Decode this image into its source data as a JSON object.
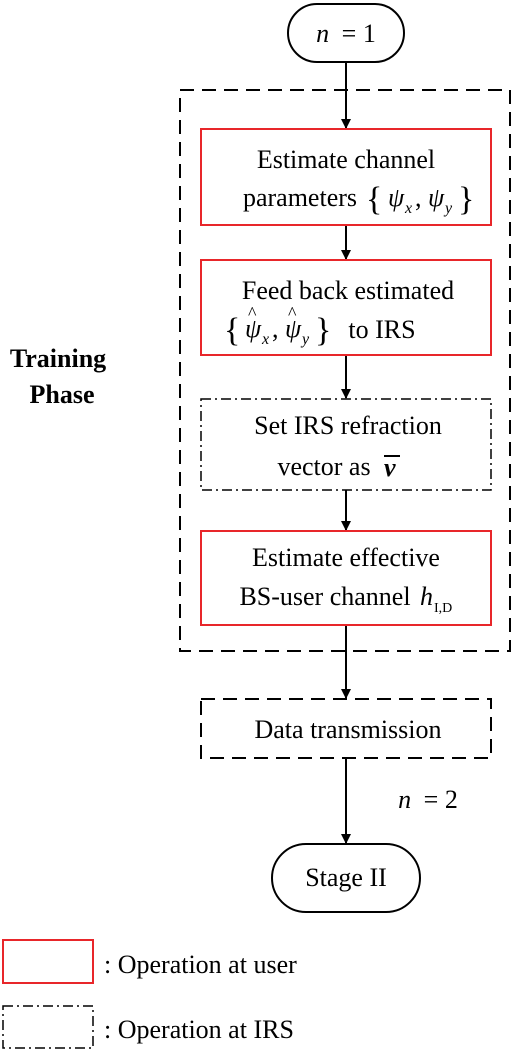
{
  "start_node": {
    "var": "n",
    "eq": "= 1"
  },
  "phase_label": {
    "line1": "Training",
    "line2": "Phase"
  },
  "steps": [
    {
      "line1": "Estimate channel",
      "line2": "parameters",
      "math": "{ψx, ψy}"
    },
    {
      "line1": "Feed back estimated",
      "math": "{ψ̂x, ψ̂y}",
      "line2": "to IRS"
    },
    {
      "line1": "Set IRS refraction",
      "line2": "vector as",
      "math": "ν̄"
    },
    {
      "line1": "Estimate effective",
      "line2": "BS-user channel",
      "math": "hI,D"
    }
  ],
  "data_box": {
    "label": "Data transmission"
  },
  "transition": {
    "var": "n",
    "eq": "= 2"
  },
  "end_node": {
    "label": "Stage II"
  },
  "legend": [
    {
      "label": ": Operation at user"
    },
    {
      "label": ": Operation at IRS"
    }
  ],
  "colors": {
    "user_box": "#e8262a",
    "line": "#000000"
  }
}
